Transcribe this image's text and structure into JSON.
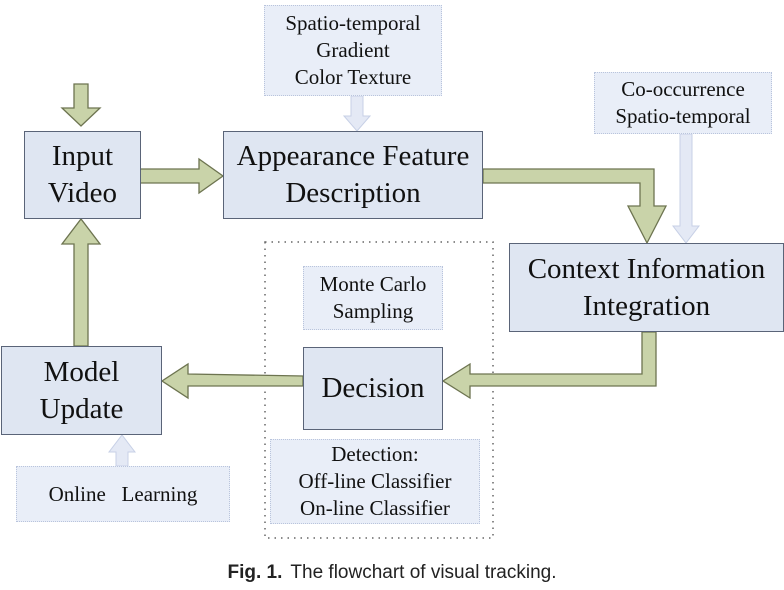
{
  "colors": {
    "box_fill": "#dfe6f2",
    "box_border": "#5a6478",
    "note_fill": "#e9eef8",
    "arrow_fill": "#c9d3a9",
    "arrow_border": "#6d7450",
    "light_arrow_fill": "#e4e9f5"
  },
  "nodes": {
    "input_video": [
      "Input",
      "Video"
    ],
    "appearance": [
      "Appearance Feature",
      "Description"
    ],
    "context": [
      "Context Information",
      "Integration"
    ],
    "decision": [
      "Decision"
    ],
    "model_update": [
      "Model",
      "Update"
    ]
  },
  "notes": {
    "features": [
      "Spatio-temporal",
      "Gradient",
      "Color Texture"
    ],
    "context_cues": [
      "Co-occurrence",
      "Spatio-temporal"
    ],
    "monte_carlo": [
      "Monte Carlo",
      "Sampling"
    ],
    "detection": [
      "Detection:",
      "Off-line Classifier",
      "On-line Classifier"
    ],
    "online_learning": [
      "Online   Learning"
    ]
  },
  "caption": {
    "label": "Fig. 1.",
    "text": "The flowchart of visual tracking."
  }
}
